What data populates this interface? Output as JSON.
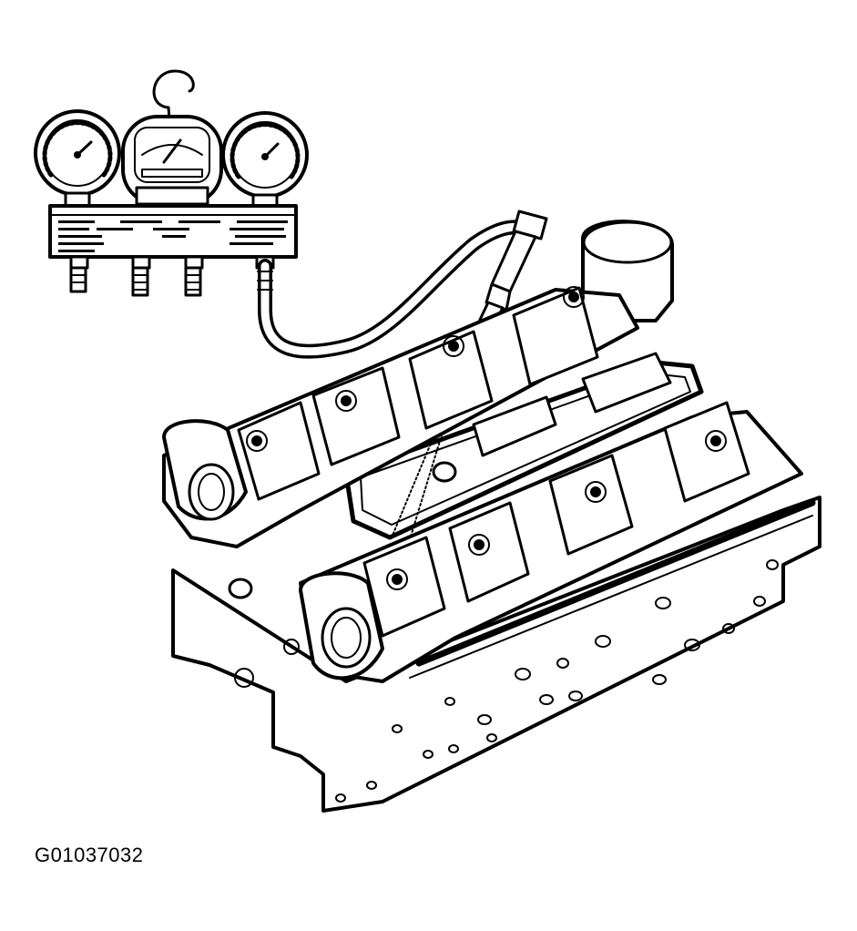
{
  "figure": {
    "id_label": "G01037032",
    "colors": {
      "ink": "#000000",
      "paper": "#ffffff"
    },
    "components": [
      "gauge-manifold",
      "left-pressure-gauge",
      "center-vacuum-gauge",
      "right-pressure-gauge",
      "hanger-hook",
      "test-hose",
      "smoke-probe-nozzle",
      "cylinder-head",
      "camshaft-front",
      "camshaft-rear",
      "valve-cover-gasket-rail"
    ]
  }
}
